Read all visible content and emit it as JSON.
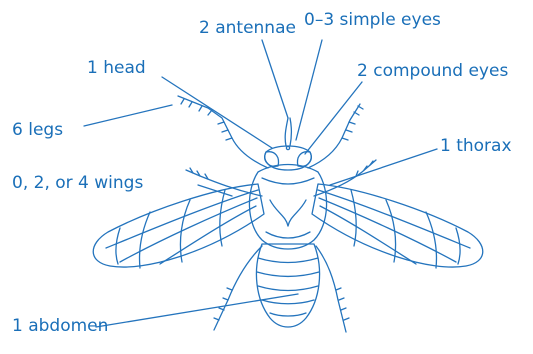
{
  "colors": {
    "accent": "#1a6fb8",
    "drawing": "#2474bd"
  },
  "labels": {
    "antennae": "2 antennae",
    "simple_eyes": "0–3 simple eyes",
    "head": "1 head",
    "compound_eyes": "2 compound eyes",
    "legs": "6 legs",
    "thorax": "1 thorax",
    "wings": "0, 2, or 4 wings",
    "abdomen": "1 abdomen"
  }
}
